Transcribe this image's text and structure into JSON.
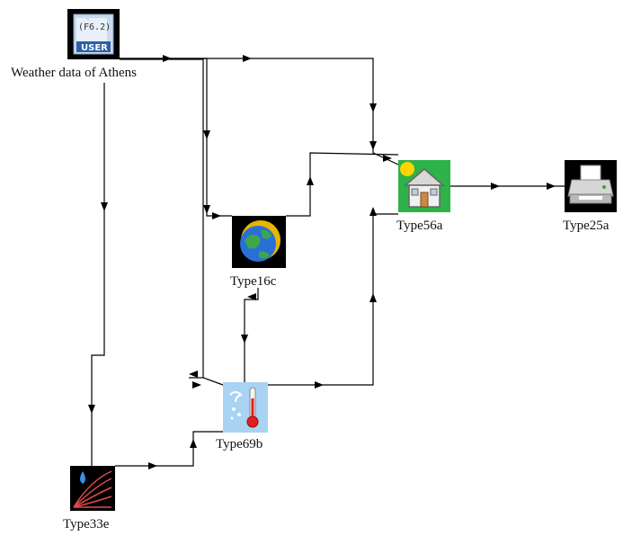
{
  "diagram": {
    "nodes": [
      {
        "id": "weather",
        "label": "Weather data of Athens",
        "icon": "weather-data-reader-icon",
        "badge_top": "(F6.2)",
        "badge_bottom": "USER"
      },
      {
        "id": "type16c",
        "label": "Type16c",
        "icon": "globe-radiation-icon"
      },
      {
        "id": "type56a",
        "label": "Type56a",
        "icon": "house-building-icon"
      },
      {
        "id": "type25a",
        "label": "Type25a",
        "icon": "printer-icon"
      },
      {
        "id": "type69b",
        "label": "Type69b",
        "icon": "sky-temperature-icon"
      },
      {
        "id": "type33e",
        "label": "Type33e",
        "icon": "psychrometrics-icon"
      }
    ],
    "connections": [
      {
        "from": "weather",
        "to": "type56a"
      },
      {
        "from": "weather",
        "to": "type16c"
      },
      {
        "from": "weather",
        "to": "type69b"
      },
      {
        "from": "weather",
        "to": "type33e"
      },
      {
        "from": "type16c",
        "to": "type56a"
      },
      {
        "from": "type16c",
        "to": "type69b"
      },
      {
        "from": "type69b",
        "to": "type56a"
      },
      {
        "from": "type33e",
        "to": "type69b"
      },
      {
        "from": "type56a",
        "to": "type25a"
      }
    ]
  }
}
